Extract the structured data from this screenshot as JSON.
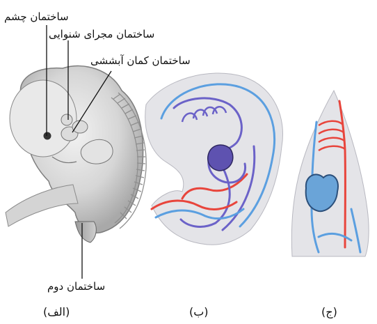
{
  "labels": {
    "eye": "ساختمان چشم",
    "ear_canal": "ساختمان مجرای شنوایی",
    "gill_arch": "ساختمان کمان آبششی",
    "tail": "ساختمان دوم"
  },
  "captions": {
    "a": "(الف)",
    "b": "(ب)",
    "c": "(ج)"
  },
  "colors": {
    "artery": "#e8453c",
    "vein": "#5b9fe0",
    "vessel_purple": "#6b62c8",
    "heart": "#5e52b0",
    "heart_light": "#6aa4d8",
    "panel_bg": "#e4e4e8",
    "embryo_body": "#d2d2d2"
  }
}
